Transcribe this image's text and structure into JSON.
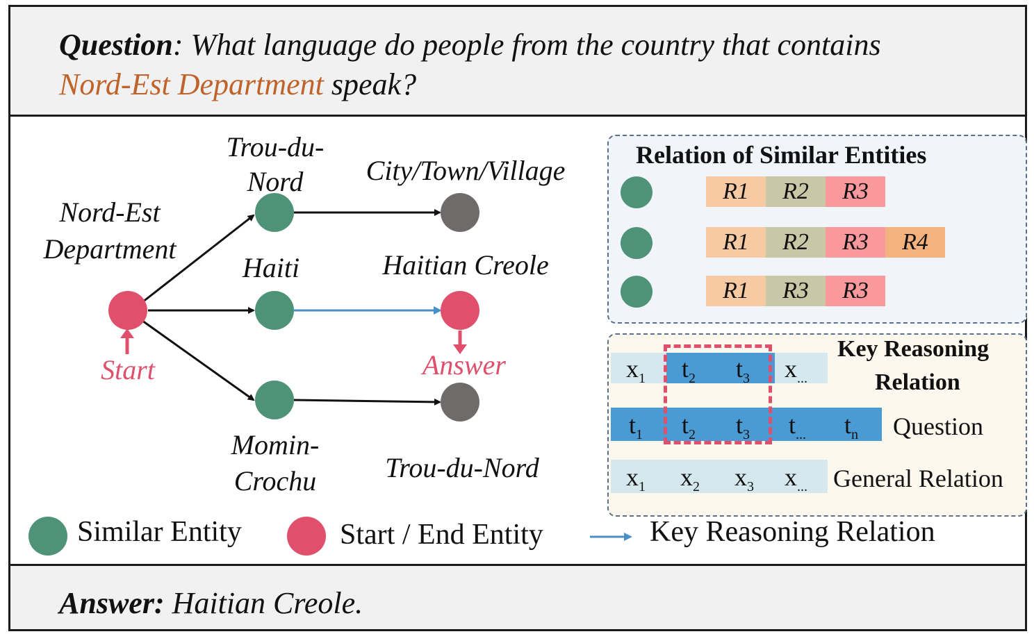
{
  "question": {
    "prefix": "Question",
    "text_before": ": What language do people from the country that contains",
    "highlight": "Nord-Est Department",
    "text_after": " speak?"
  },
  "graph": {
    "start_entity": "Nord-Est Department",
    "start_line1": "Nord-Est",
    "start_line2": "Department",
    "start_marker": "Start",
    "answer_marker": "Answer",
    "nodes": {
      "trou_du_nord_1": "Trou-du-",
      "trou_du_nord_2": "Nord",
      "haiti": "Haiti",
      "momin_1": "Momin-",
      "momin_2": "Crochu",
      "city": "City/Town/Village",
      "creole": "Haitian Creole",
      "trou_du_nord_end": "Trou-du-Nord"
    }
  },
  "relation_panel": {
    "title": "Relation of Similar Entities",
    "rows": [
      [
        "R1",
        "R2",
        "R3"
      ],
      [
        "R1",
        "R2",
        "R3",
        "R4"
      ],
      [
        "R1",
        "R3",
        "R3"
      ]
    ]
  },
  "key_panel": {
    "title_line1": "Key Reasoning",
    "title_line2": "Relation",
    "row1": [
      "x",
      "1",
      "t",
      "2",
      "t",
      "3",
      "x",
      "..."
    ],
    "question_label": "Question",
    "row2": [
      "t",
      "1",
      "t",
      "2",
      "t",
      "3",
      "t",
      "...",
      "t",
      "n"
    ],
    "general_label": "General Relation",
    "row3": [
      "x",
      "1",
      "x",
      "2",
      "x",
      "3",
      "x",
      "..."
    ]
  },
  "legend": {
    "similar": "Similar Entity",
    "startend": "Start / End Entity",
    "key": "Key Reasoning Relation"
  },
  "answer": {
    "prefix": "Answer:",
    "text": " Haitian Creole."
  },
  "colors": {
    "similar_node": "#4e9278",
    "start_end_node": "#e0506c",
    "other_node": "#706b6b",
    "key_arrow": "#4a90c8",
    "r1": "#f8caa4",
    "r2": "#c8c8a6",
    "r3": "#f9999e",
    "r4": "#f4b27e",
    "token_blue": "#4a9bd4",
    "token_light": "#d4e8ee"
  }
}
